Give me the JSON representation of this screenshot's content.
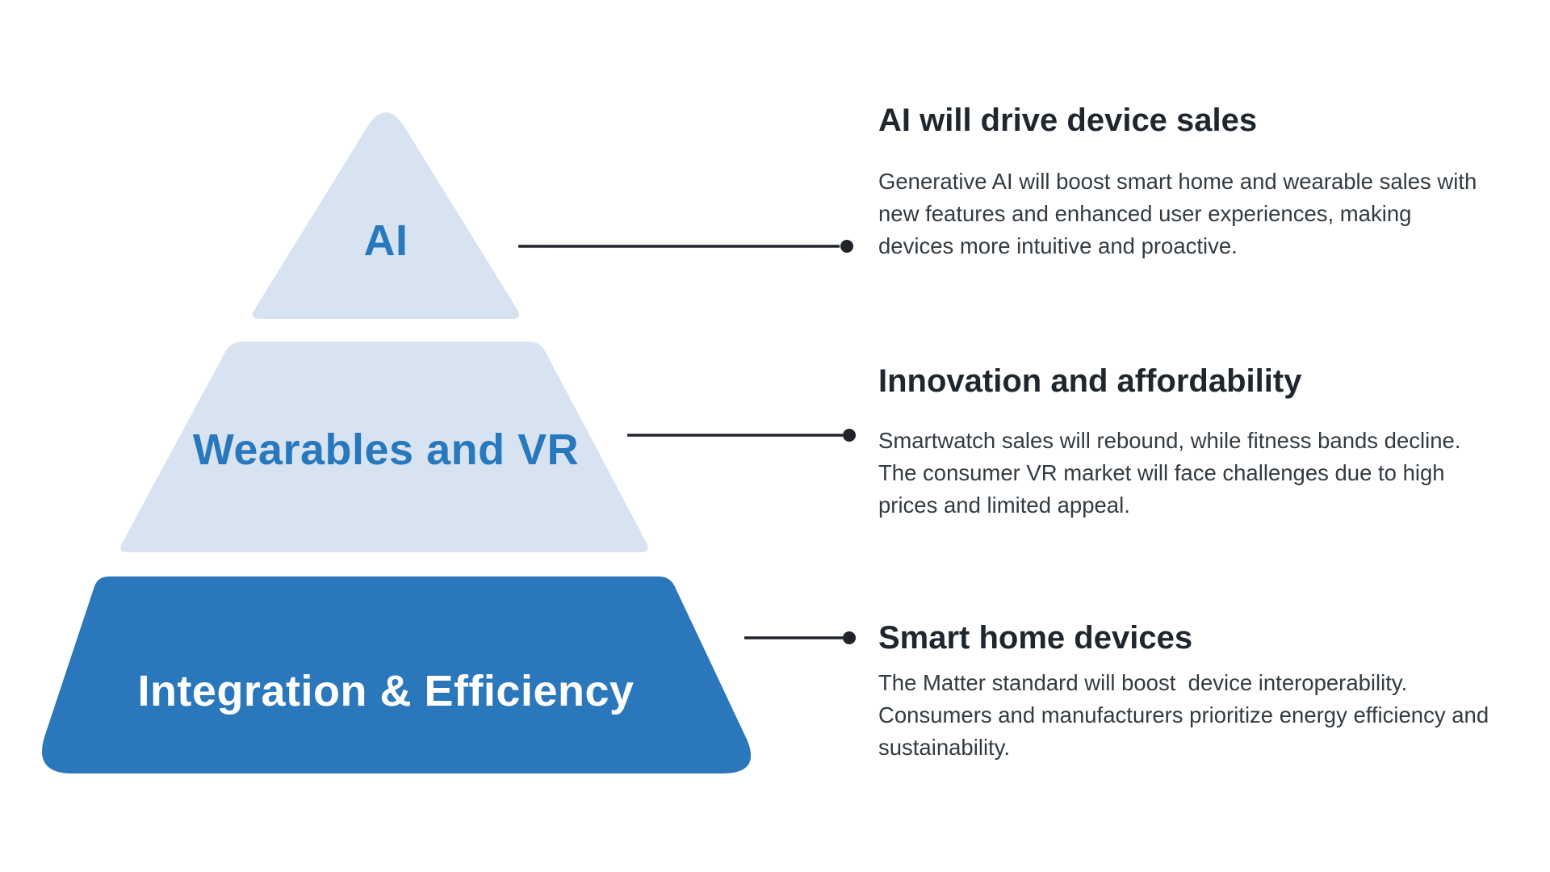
{
  "pyramid": {
    "tiers": [
      {
        "id": "ai",
        "label": "AI",
        "fill": "light",
        "label_color": "blue"
      },
      {
        "id": "wearables-vr",
        "label": "Wearables and VR",
        "fill": "light",
        "label_color": "blue"
      },
      {
        "id": "integration-efficiency",
        "label": "Integration & Efficiency",
        "fill": "dark",
        "label_color": "white"
      }
    ]
  },
  "blocks": [
    {
      "heading": "AI will drive device sales",
      "lines": [
        "Generative AI will boost smart home and wearable sales with",
        "new features and enhanced user experiences, making",
        "devices more intuitive and proactive."
      ]
    },
    {
      "heading": "Innovation and affordability",
      "lines": [
        "Smartwatch sales will rebound, while fitness bands decline.",
        "The consumer VR market will face challenges due to high",
        "prices and limited appeal."
      ]
    },
    {
      "heading": "Smart home devices",
      "lines": [
        "The Matter standard will boost  device interoperability.",
        "Consumers and manufacturers prioritize energy efficiency and",
        "sustainability."
      ]
    }
  ],
  "colors": {
    "tier-light": "#d8e3f1",
    "tier-dark": "#2b77bc",
    "label-blue": "#2878bd",
    "label-white": "#ffffff",
    "heading-color": "#1f262e",
    "body-color": "#333b42",
    "line-color": "#20242a",
    "bg": "#ffffff"
  }
}
